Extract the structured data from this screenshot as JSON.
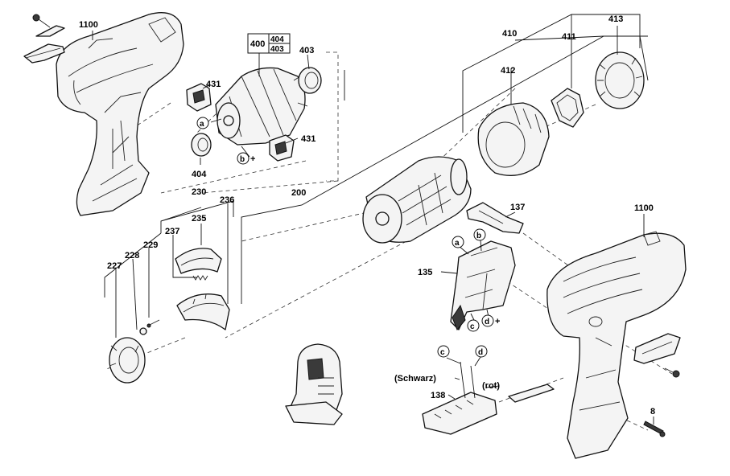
{
  "labels": {
    "l1100a": "1100",
    "l400": "400",
    "l404b": "404",
    "l403b": "403",
    "l403": "403",
    "l431a": "431",
    "l431b": "431",
    "l404": "404",
    "la1": "a",
    "lb1": "b",
    "lplus1": "+",
    "l410": "410",
    "l411": "411",
    "l412": "412",
    "l413": "413",
    "l230": "230",
    "l236": "236",
    "l235": "235",
    "l200": "200",
    "l237": "237",
    "l229": "229",
    "l228": "228",
    "l227": "227",
    "l137": "137",
    "l135": "135",
    "la2": "a",
    "lb2": "b",
    "lc1": "c",
    "ld1": "d",
    "lplus2": "+",
    "l1100b": "1100",
    "lc2": "c",
    "ld2": "d",
    "lschwarz": "(Schwarz)",
    "lrot": "(rot)",
    "l138": "138",
    "l8": "8"
  }
}
